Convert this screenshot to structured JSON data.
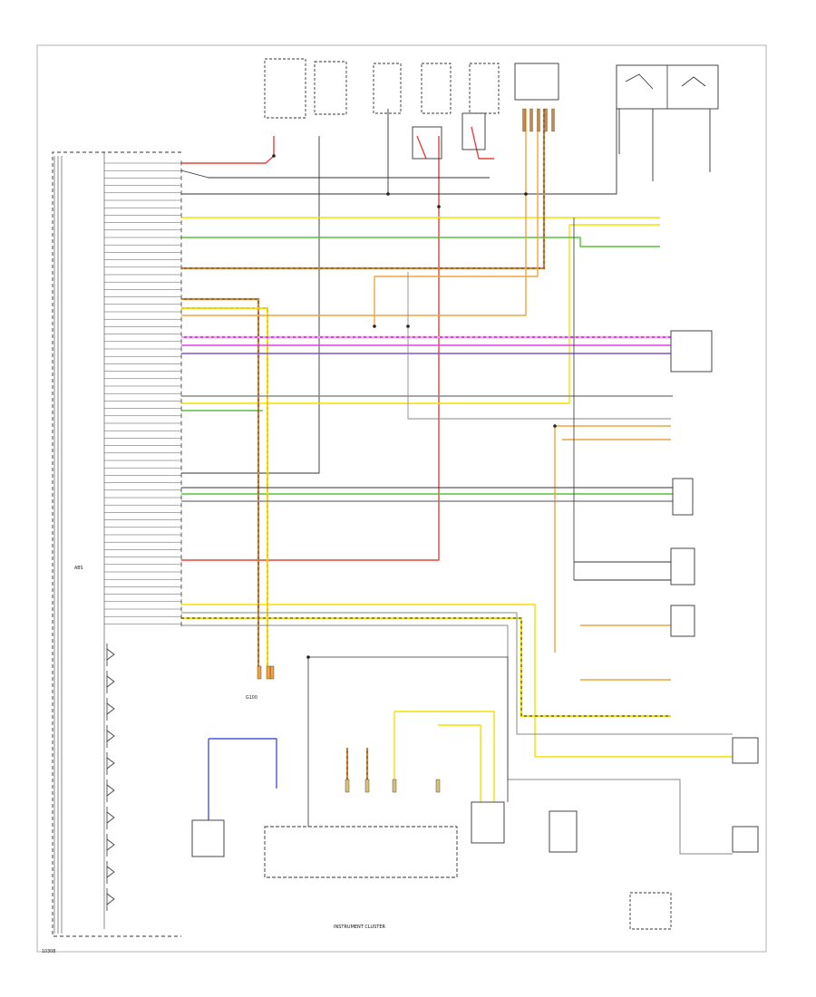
{
  "diagram_id": "10308",
  "ecu": {
    "label": "ABS"
  },
  "ground": {
    "label": "G100"
  },
  "instrument_cluster": {
    "caption": "INSTRUMENT CLUSTER"
  },
  "colors": {
    "red": "#e8413b",
    "black": "#333333",
    "yellow": "#f2e200",
    "orange": "#f2a33d",
    "brown": "#9b6b2e",
    "green": "#58c23c",
    "violet": "#8a4fd6",
    "blue": "#4b55d8",
    "magenta": "#e03fe6",
    "gray": "#8a8a8a"
  }
}
